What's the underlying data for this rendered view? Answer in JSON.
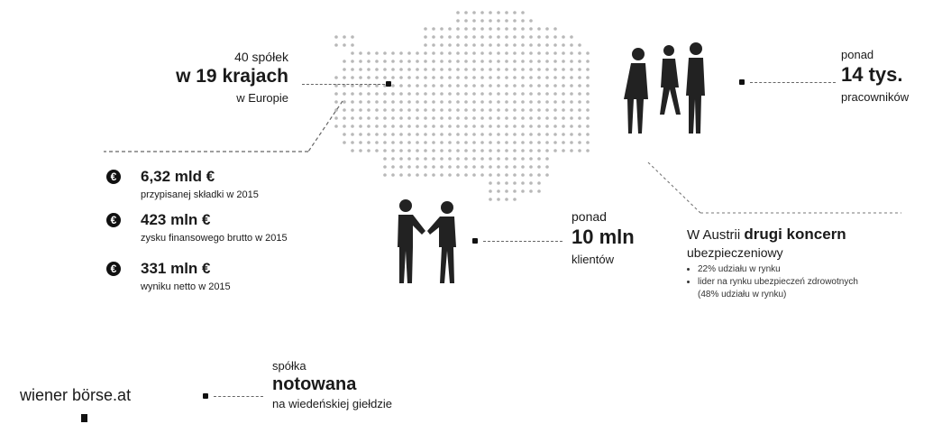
{
  "europe": {
    "line1": "40 spółek",
    "line2": "w 19 krajach",
    "line3": "w Europie"
  },
  "employees": {
    "top": "ponad",
    "value": "14 tys.",
    "bottom": "pracowników"
  },
  "finance": {
    "items": [
      {
        "value": "6,32 mld €",
        "desc": "przypisanej składki w 2015"
      },
      {
        "value": "423 mln €",
        "desc": "zysku finansowego brutto w 2015"
      },
      {
        "value": "331 mln €",
        "desc": "wyniku netto w 2015"
      }
    ],
    "icon": "euro-coin-icon"
  },
  "clients": {
    "top": "ponad",
    "value": "10 mln",
    "bottom": "klientów"
  },
  "austria": {
    "line1_prefix": "W Austrii ",
    "line1_bold": "drugi koncern",
    "line2": "ubezpieczeniowy",
    "bullets": [
      "22% udziału w rynku",
      "lider na rynku ubezpieczeń zdrowotnych (48% udziału w rynku)"
    ]
  },
  "exchange": {
    "logo_text": "wiener börse.at",
    "line1": "spółka",
    "line2": "notowana",
    "line3": "na wiedeńskiej giełdzie"
  }
}
